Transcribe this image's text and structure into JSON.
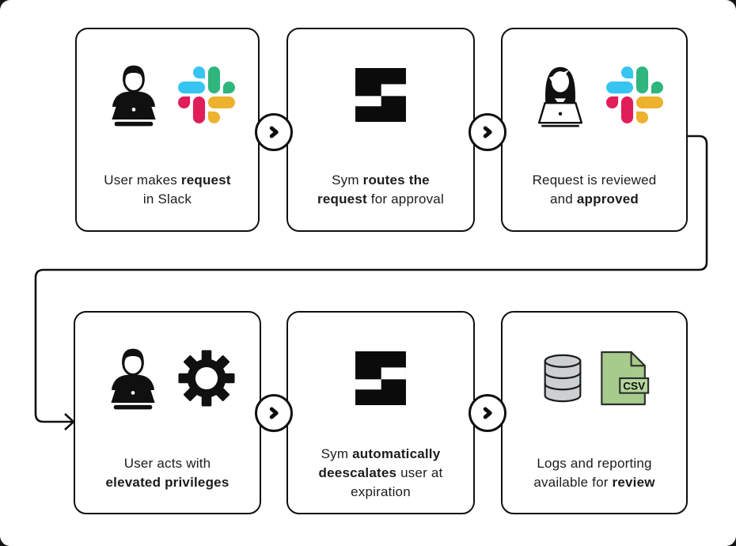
{
  "diagram_title_hidden": "",
  "colors": {
    "ink": "#101010",
    "text": "#1c1c1c",
    "slack_blue": "#36C5F0",
    "slack_green": "#2EB67D",
    "slack_yellow": "#ECB22E",
    "slack_pink": "#E01E5A",
    "database_gray": "#cdd0d2",
    "csv_green": "#a6cb8c",
    "csv_label_green": "#b5d69d"
  },
  "cards": [
    {
      "name": "user-makes-request",
      "icons": [
        "person-laptop-icon",
        "slack-icon"
      ],
      "lines": [
        [
          {
            "t": "User makes "
          },
          {
            "t": "request",
            "b": true
          }
        ],
        [
          {
            "t": "in Slack"
          }
        ]
      ]
    },
    {
      "name": "sym-routes-request",
      "icons": [
        "sym-logo-icon"
      ],
      "lines": [
        [
          {
            "t": "Sym "
          },
          {
            "t": "routes the",
            "b": true
          }
        ],
        [
          {
            "t": "request",
            "b": true
          },
          {
            "t": " for approval"
          }
        ]
      ]
    },
    {
      "name": "request-reviewed-approved",
      "icons": [
        "woman-laptop-icon",
        "slack-icon"
      ],
      "lines": [
        [
          {
            "t": "Request is reviewed"
          }
        ],
        [
          {
            "t": "and "
          },
          {
            "t": "approved",
            "b": true
          }
        ]
      ]
    },
    {
      "name": "user-elevated-privileges",
      "icons": [
        "person-laptop-icon",
        "gear-icon"
      ],
      "lines": [
        [
          {
            "t": "User acts with"
          }
        ],
        [
          {
            "t": "elevated privileges",
            "b": true
          }
        ]
      ]
    },
    {
      "name": "sym-deescalates",
      "icons": [
        "sym-logo-icon"
      ],
      "lines": [
        [
          {
            "t": "Sym "
          },
          {
            "t": "automatically",
            "b": true
          }
        ],
        [
          {
            "t": "deescalates",
            "b": true
          },
          {
            "t": " user at"
          }
        ],
        [
          {
            "t": "expiration"
          }
        ]
      ]
    },
    {
      "name": "logs-reporting-review",
      "icons": [
        "database-icon",
        "csv-file-icon"
      ],
      "file_label": "CSV",
      "lines": [
        [
          {
            "t": "Logs and reporting"
          }
        ],
        [
          {
            "t": "available for "
          },
          {
            "t": "review",
            "b": true
          }
        ]
      ]
    }
  ]
}
